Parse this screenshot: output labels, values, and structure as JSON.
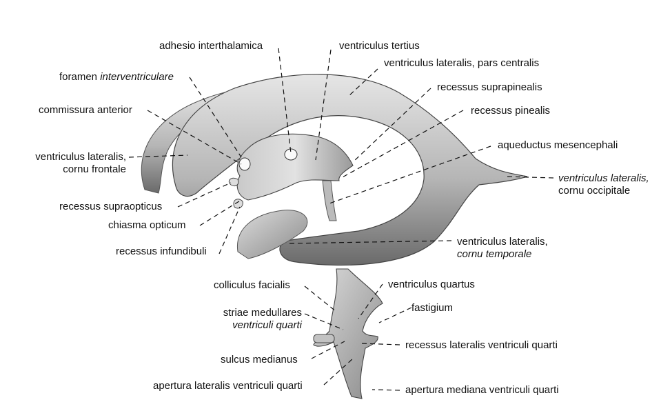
{
  "labels": {
    "adhesio": "adhesio interthalamica",
    "ventriculus_tertius": "ventriculus tertius",
    "pars_centralis": "ventriculus lateralis, pars centralis",
    "foramen_a": "foramen ",
    "foramen_b": "interventriculare",
    "recessus_suprapinealis": "recessus suprapinealis",
    "commissura": "commissura anterior",
    "recessus_pinealis": "recessus pinealis",
    "cornu_frontale_1": "ventriculus lateralis,",
    "cornu_frontale_2": "cornu frontale",
    "aqueductus": "aqueductus mesencephali",
    "cornu_occipitale_1": "ventriculus lateralis,",
    "cornu_occipitale_2": "cornu occipitale",
    "supraopticus": "recessus supraopticus",
    "chiasma": "chiasma opticum",
    "infundibuli": "recessus infundibuli",
    "cornu_temporale_1": "ventriculus lateralis,",
    "cornu_temporale_2": "cornu temporale",
    "colliculus": "colliculus facialis",
    "quartus": "ventriculus quartus",
    "fastigium": "fastigium",
    "striae_1": "striae medullares",
    "striae_2": "ventriculi quarti",
    "recessus_lateralis": "recessus lateralis ventriculi quarti",
    "sulcus": "sulcus medianus",
    "apertura_lateralis": "apertura lateralis ventriculi quarti",
    "apertura_mediana": "apertura mediana ventriculi quarti"
  },
  "colors": {
    "cast_light": "#d9d9d9",
    "cast_mid": "#a8a8a8",
    "cast_dark": "#5a5a5a"
  }
}
